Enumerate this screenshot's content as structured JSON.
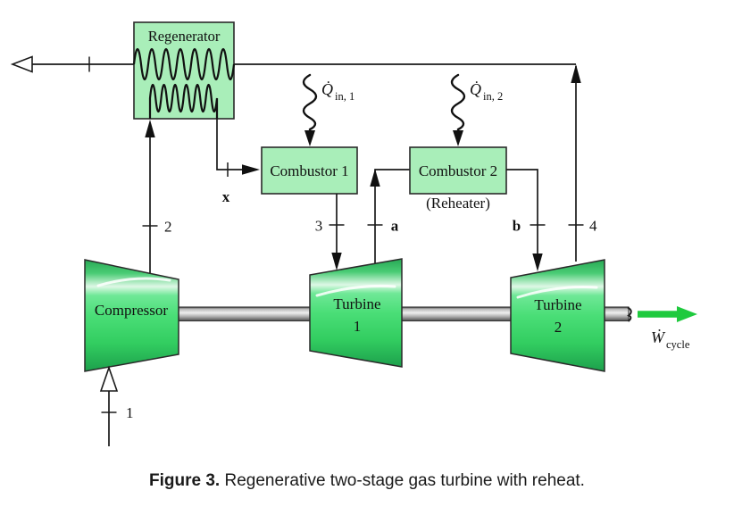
{
  "diagram": {
    "regenerator_label": "Regenerator",
    "combustor1_label": "Combustor 1",
    "combustor2_label": "Combustor 2",
    "reheater_label": "(Reheater)",
    "compressor_label": "Compressor",
    "turbine_word": "Turbine",
    "turbine1_number": "1",
    "turbine2_number": "2",
    "states": {
      "one": "1",
      "two": "2",
      "three": "3",
      "four": "4",
      "a": "a",
      "b": "b",
      "x": "x"
    },
    "heat_input_1": {
      "symbol": "Q̇",
      "subscript": "in, 1"
    },
    "heat_input_2": {
      "symbol": "Q̇",
      "subscript": "in, 2"
    },
    "work_output": {
      "symbol": "Ẇ",
      "subscript": "cycle"
    }
  },
  "caption": {
    "label": "Figure 3.",
    "text": "Regenerative two-stage gas turbine with reheat."
  },
  "colors": {
    "component_fill": "#a9eeb9",
    "machine_green": "#3fd96e",
    "work_arrow_green": "#1fca3e",
    "shaft_gray": "#c9c9c9",
    "outline": "#2a2a2a"
  }
}
